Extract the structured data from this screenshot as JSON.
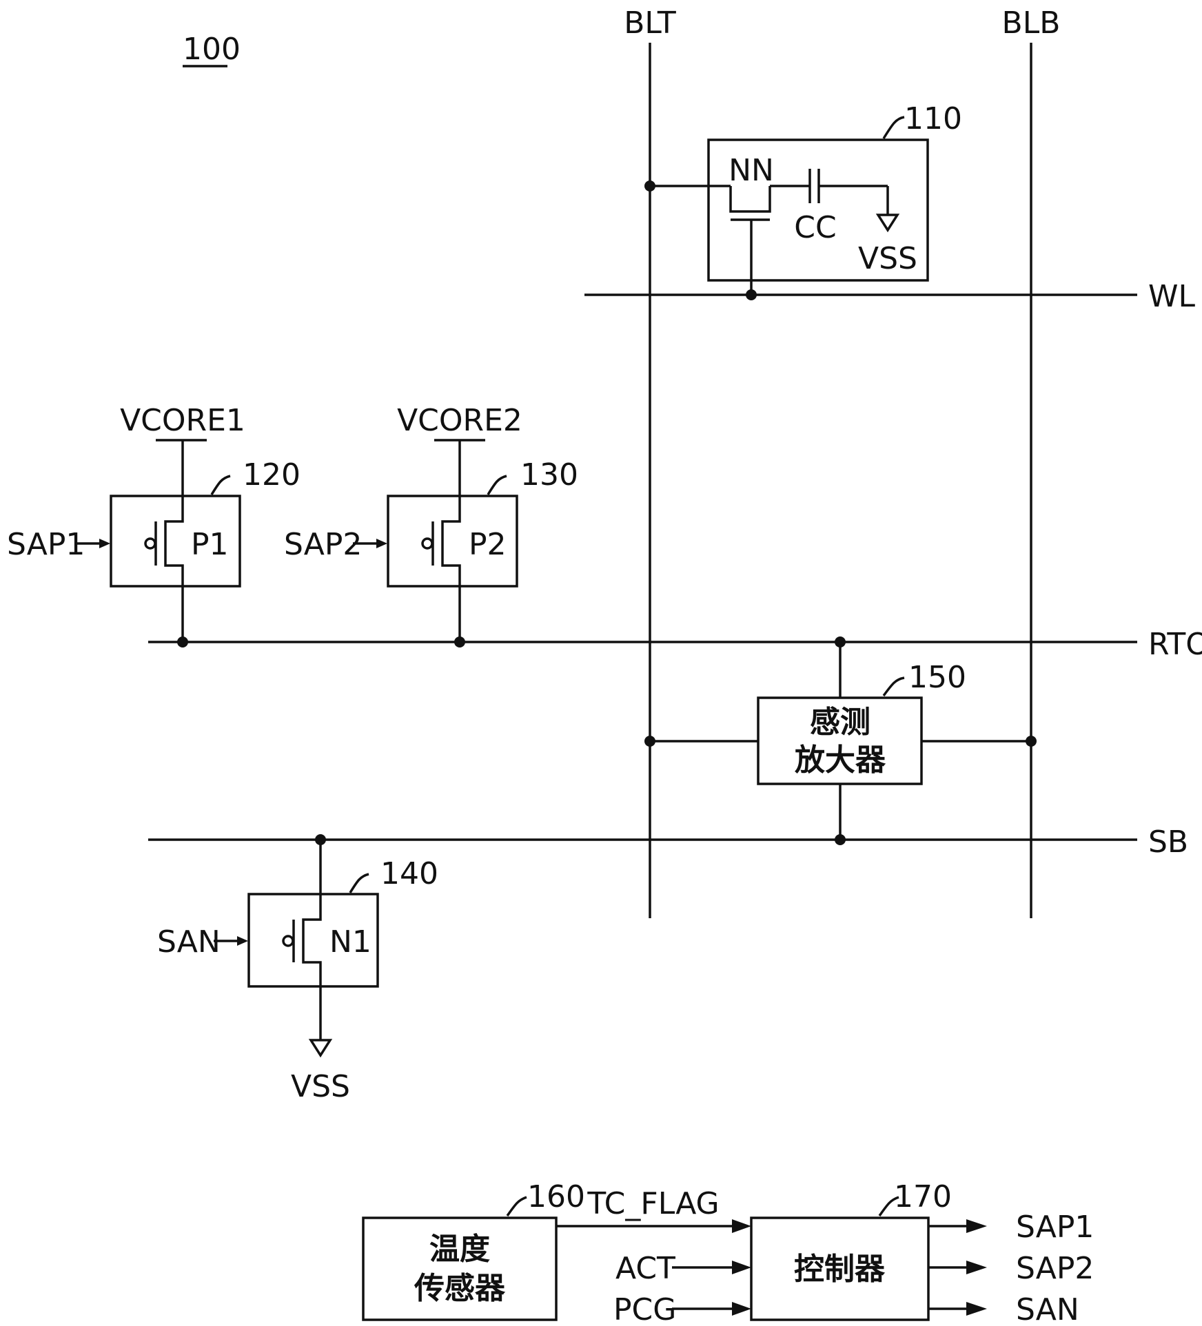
{
  "figure": {
    "number": "100"
  },
  "signals": {
    "blt": "BLT",
    "blb": "BLB",
    "wl": "WL",
    "rto": "RTO",
    "sb": "SB",
    "vcore1": "VCORE1",
    "vcore2": "VCORE2",
    "sap1": "SAP1",
    "sap2": "SAP2",
    "san": "SAN",
    "vss": "VSS",
    "tc_flag": "TC_FLAG",
    "act": "ACT",
    "pcg": "PCG"
  },
  "blocks": {
    "memory_cell": {
      "ref": "110",
      "transistor": "NN",
      "capacitor": "CC",
      "ground": "VSS"
    },
    "pull_up_1": {
      "ref": "120",
      "transistor": "P1"
    },
    "pull_up_2": {
      "ref": "130",
      "transistor": "P2"
    },
    "pull_down": {
      "ref": "140",
      "transistor": "N1"
    },
    "sense_amp": {
      "ref": "150",
      "line1": "感测",
      "line2": "放大器"
    },
    "temp_sensor": {
      "ref": "160",
      "line1": "温度",
      "line2": "传感器"
    },
    "controller": {
      "ref": "170",
      "label": "控制器"
    }
  },
  "controller_outputs": [
    "SAP1",
    "SAP2",
    "SAN"
  ]
}
